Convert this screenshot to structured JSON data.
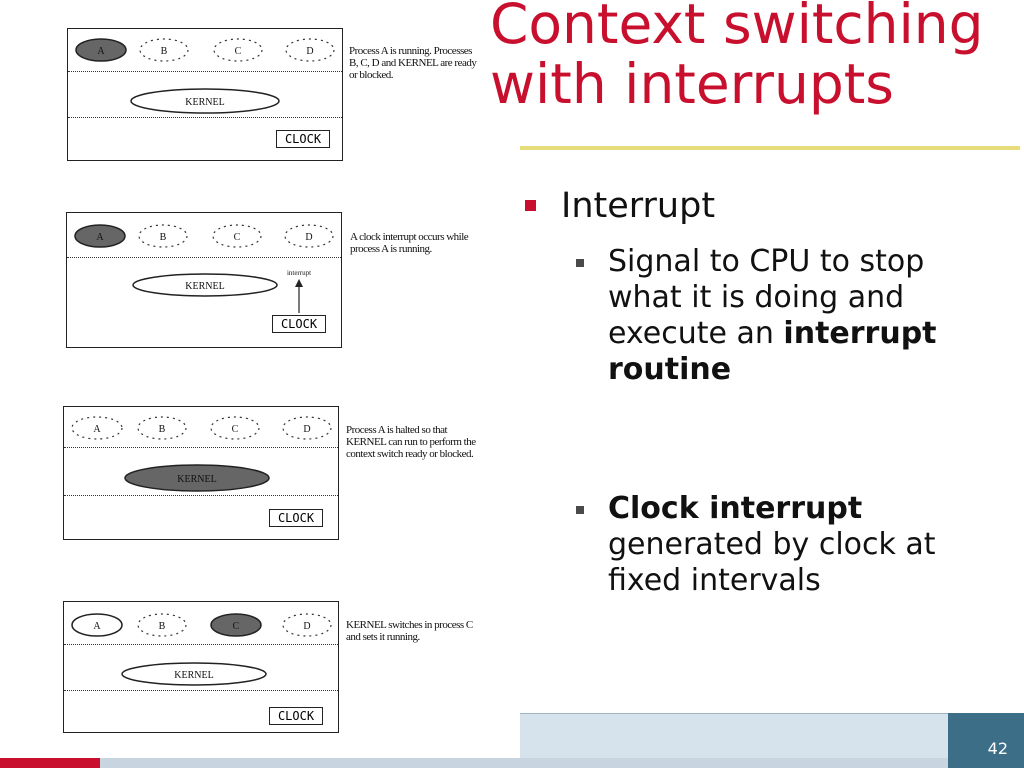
{
  "slide": {
    "title_line1": "Context switching",
    "title_line2": "with interrupts",
    "bullet": "Interrupt",
    "sub1_part1": "Signal to CPU to stop what it is doing and execute an ",
    "sub1_bold": "interrupt routine",
    "sub2_bold": "Clock interrupt",
    "sub2_rest": " generated by clock at fixed intervals",
    "page_number": "42",
    "colors": {
      "title": "#c8102e",
      "rule": "#e7dd7a",
      "footer": "#3c6e87"
    }
  },
  "diagram": {
    "process_a": "A",
    "process_b": "B",
    "process_c": "C",
    "process_d": "D",
    "kernel": "KERNEL",
    "clock": "CLOCK",
    "interrupt": "interrupt",
    "caption1": "Process A is running. Processes B, C, D and KERNEL are ready or blocked.",
    "caption2": "A clock interrupt occurs while process A is running.",
    "caption3": "Process A is halted so that KERNEL can run to perform the context switch ready or blocked.",
    "caption4": "KERNEL switches in process C and sets it running."
  }
}
